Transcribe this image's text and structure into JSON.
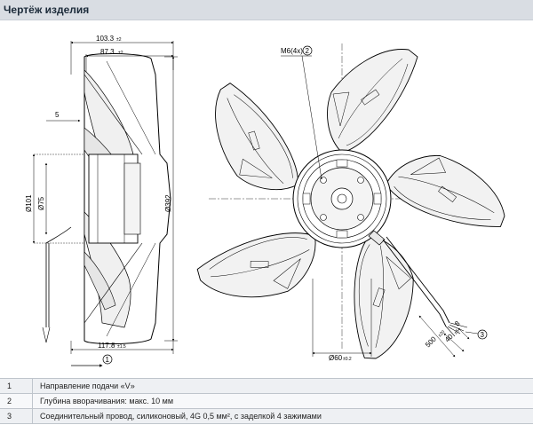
{
  "header": {
    "title": "Чертёж изделия"
  },
  "dimensions": {
    "total_depth": "103.3",
    "total_depth_tol": "±2",
    "depth_87": "87.3",
    "depth_87_tol": "±2",
    "offset_5": "5",
    "dia_101": "Ø101",
    "dia_75": "Ø75",
    "dia_392": "Ø392",
    "depth_117": "117.8",
    "depth_117_tol": "±1.5",
    "thread": "M6(4x)",
    "bolt_circle": "Ø60",
    "bolt_circle_tol": "±0.2",
    "wire_500": "500",
    "wire_500_tol": "±20",
    "wire_40": "40",
    "wire_40_tol": "±5",
    "wire_8": "8"
  },
  "callouts": {
    "c1": "1",
    "c2": "2",
    "c3": "3"
  },
  "legend": [
    {
      "num": "1",
      "text": "Направление подачи «V»"
    },
    {
      "num": "2",
      "text": "Глубина вворачивания: макс. 10 мм"
    },
    {
      "num": "3",
      "text": "Соединительный провод, силиконовый, 4G 0,5 мм², с заделкой 4 зажимами"
    }
  ]
}
